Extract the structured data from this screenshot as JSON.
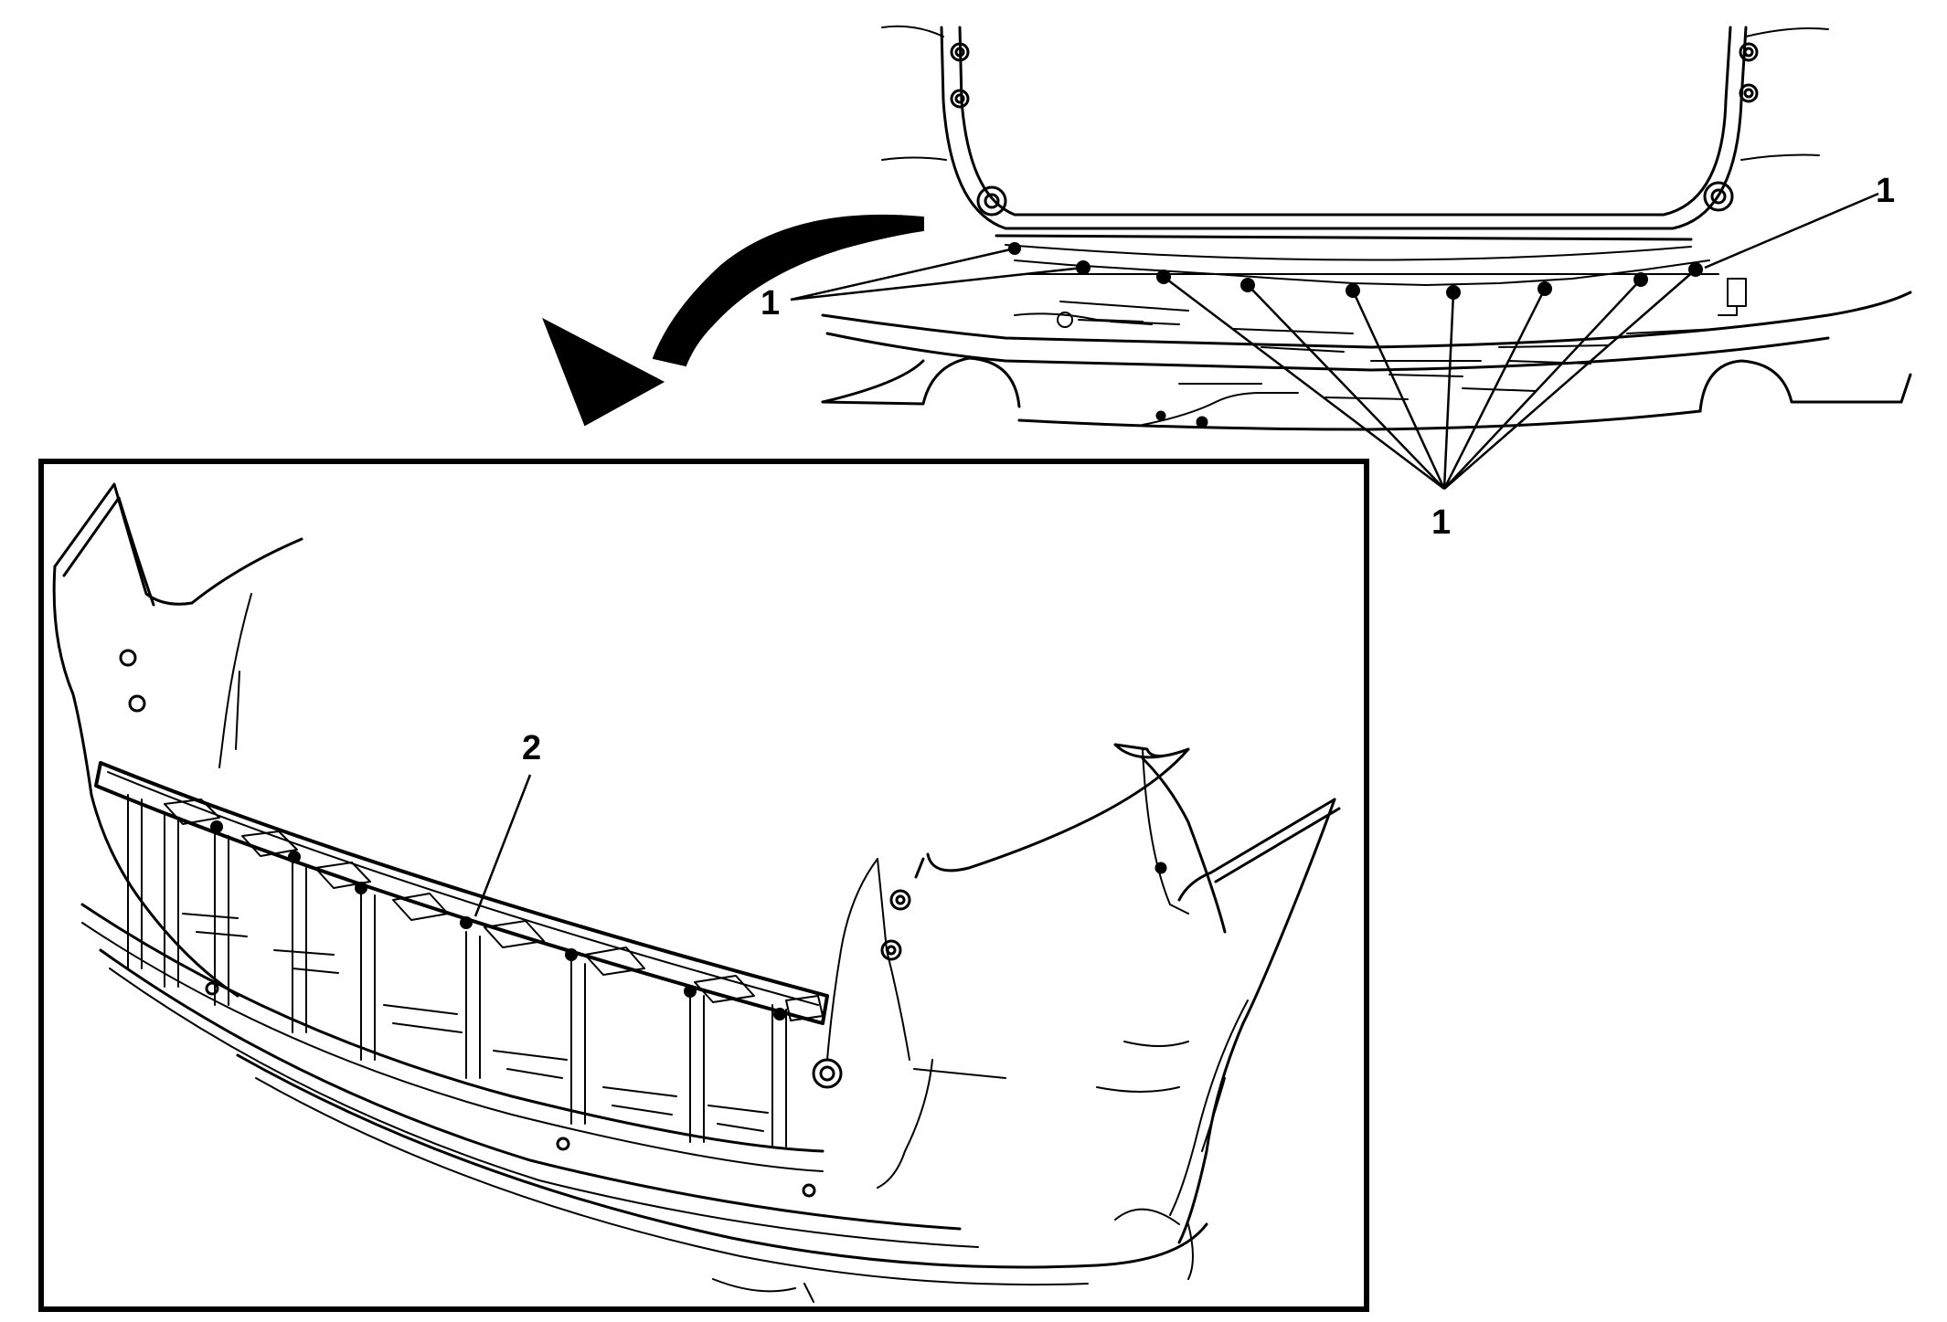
{
  "callouts": {
    "fastener_right": "1",
    "fastener_left": "1",
    "fastener_bottom": "1",
    "grille_bracket": "2"
  },
  "colors": {
    "line": "#000000",
    "background": "#ffffff"
  }
}
